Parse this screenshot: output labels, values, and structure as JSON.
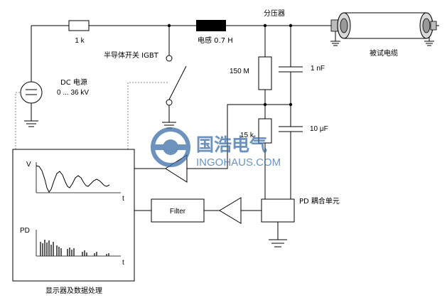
{
  "labels": {
    "divider": "分压器",
    "resistor_1k": "1 k",
    "inductor": "电感 0.7 H",
    "igbt": "半导体开关 IGBT",
    "dc_source_line1": "DC 电源",
    "dc_source_line2": "0 ... 36 kV",
    "resistor_150m": "150 M",
    "resistor_15k": "15 k",
    "cap_1nf": "1 nF",
    "cap_10uf": "10 μF",
    "cable": "被试电缆",
    "coupling_unit": "PD 耦合单元",
    "filter": "Filter",
    "display": "显示器及数据处理"
  },
  "plots": {
    "top_y_label": "V",
    "top_x_label": "t",
    "bottom_y_label": "PD",
    "bottom_x_label": "t"
  },
  "watermark": {
    "cn_text": "国浩电气",
    "en_text": "INGOHAUS.COM",
    "color": "#3b6ea8"
  }
}
